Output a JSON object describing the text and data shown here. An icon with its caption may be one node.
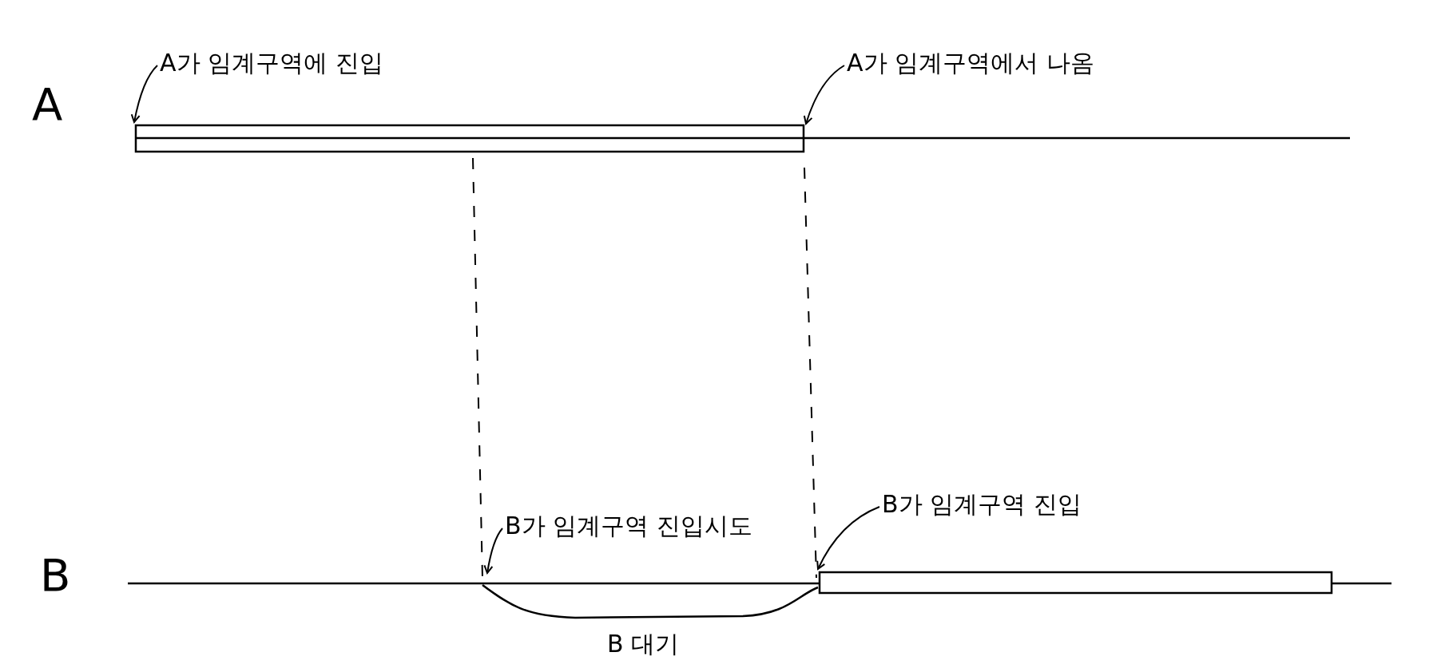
{
  "diagram": {
    "nodes": [
      {
        "text": [
          "A가 임계구역에 진입"
        ]
      },
      {
        "text": [
          "A가 임계구역에서 나옴"
        ]
      },
      {
        "text": [
          "B가 임계구역 진입시도"
        ]
      },
      {
        "text": [
          "B가 임계구역 진입"
        ]
      },
      {
        "text": [],
        "shape": "bar"
      },
      {
        "text": [],
        "shape": "bar"
      }
    ],
    "edges": [
      {
        "from": 0,
        "to": 4,
        "arrow": "to"
      },
      {
        "from": 1,
        "to": 4,
        "arrow": "to"
      },
      {
        "from": 2,
        "to": null,
        "arrow": "to"
      },
      {
        "from": 3,
        "to": 5,
        "arrow": "to"
      }
    ],
    "labels": [
      "A",
      "B",
      "B 대기"
    ]
  }
}
